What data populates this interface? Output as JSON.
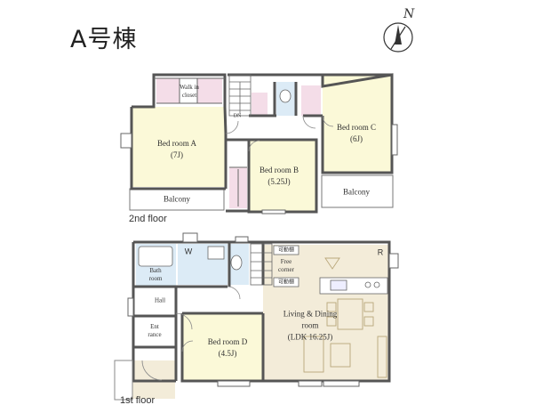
{
  "title": "A号棟",
  "compass": {
    "letter": "N"
  },
  "floors": {
    "second": {
      "label": "2nd floor",
      "rooms": {
        "walk_in_closet": [
          "Walk in",
          "closet"
        ],
        "bed_a": [
          "Bed room A",
          "(7J)"
        ],
        "bed_b": [
          "Bed room B",
          "(5.25J)"
        ],
        "bed_c": [
          "Bed room C",
          "(6J)"
        ],
        "balcony_left": "Balcony",
        "balcony_right": "Balcony",
        "stairs_dn": "DN"
      }
    },
    "first": {
      "label": "1st floor",
      "rooms": {
        "washroom": "W",
        "bath": [
          "Bath",
          "room"
        ],
        "hall": "Hall",
        "entrance": [
          "Ent",
          "rance"
        ],
        "bed_d": [
          "Bed room D",
          "(4.5J)"
        ],
        "ldk": [
          "Living & Dining",
          "room",
          "(LDK 16.25J)"
        ],
        "free_corner": [
          "Free",
          "corner"
        ],
        "movable_shelf_1": "可動棚",
        "movable_shelf_2": "可動棚",
        "refrigerator": "R"
      }
    }
  },
  "colors": {
    "wall": "#555555",
    "bedroom": "#fbf9d8",
    "ldk": "#f3ecd9",
    "wet": "#dcebf6",
    "closet": "#f4dde8",
    "floor_white": "#ffffff"
  }
}
